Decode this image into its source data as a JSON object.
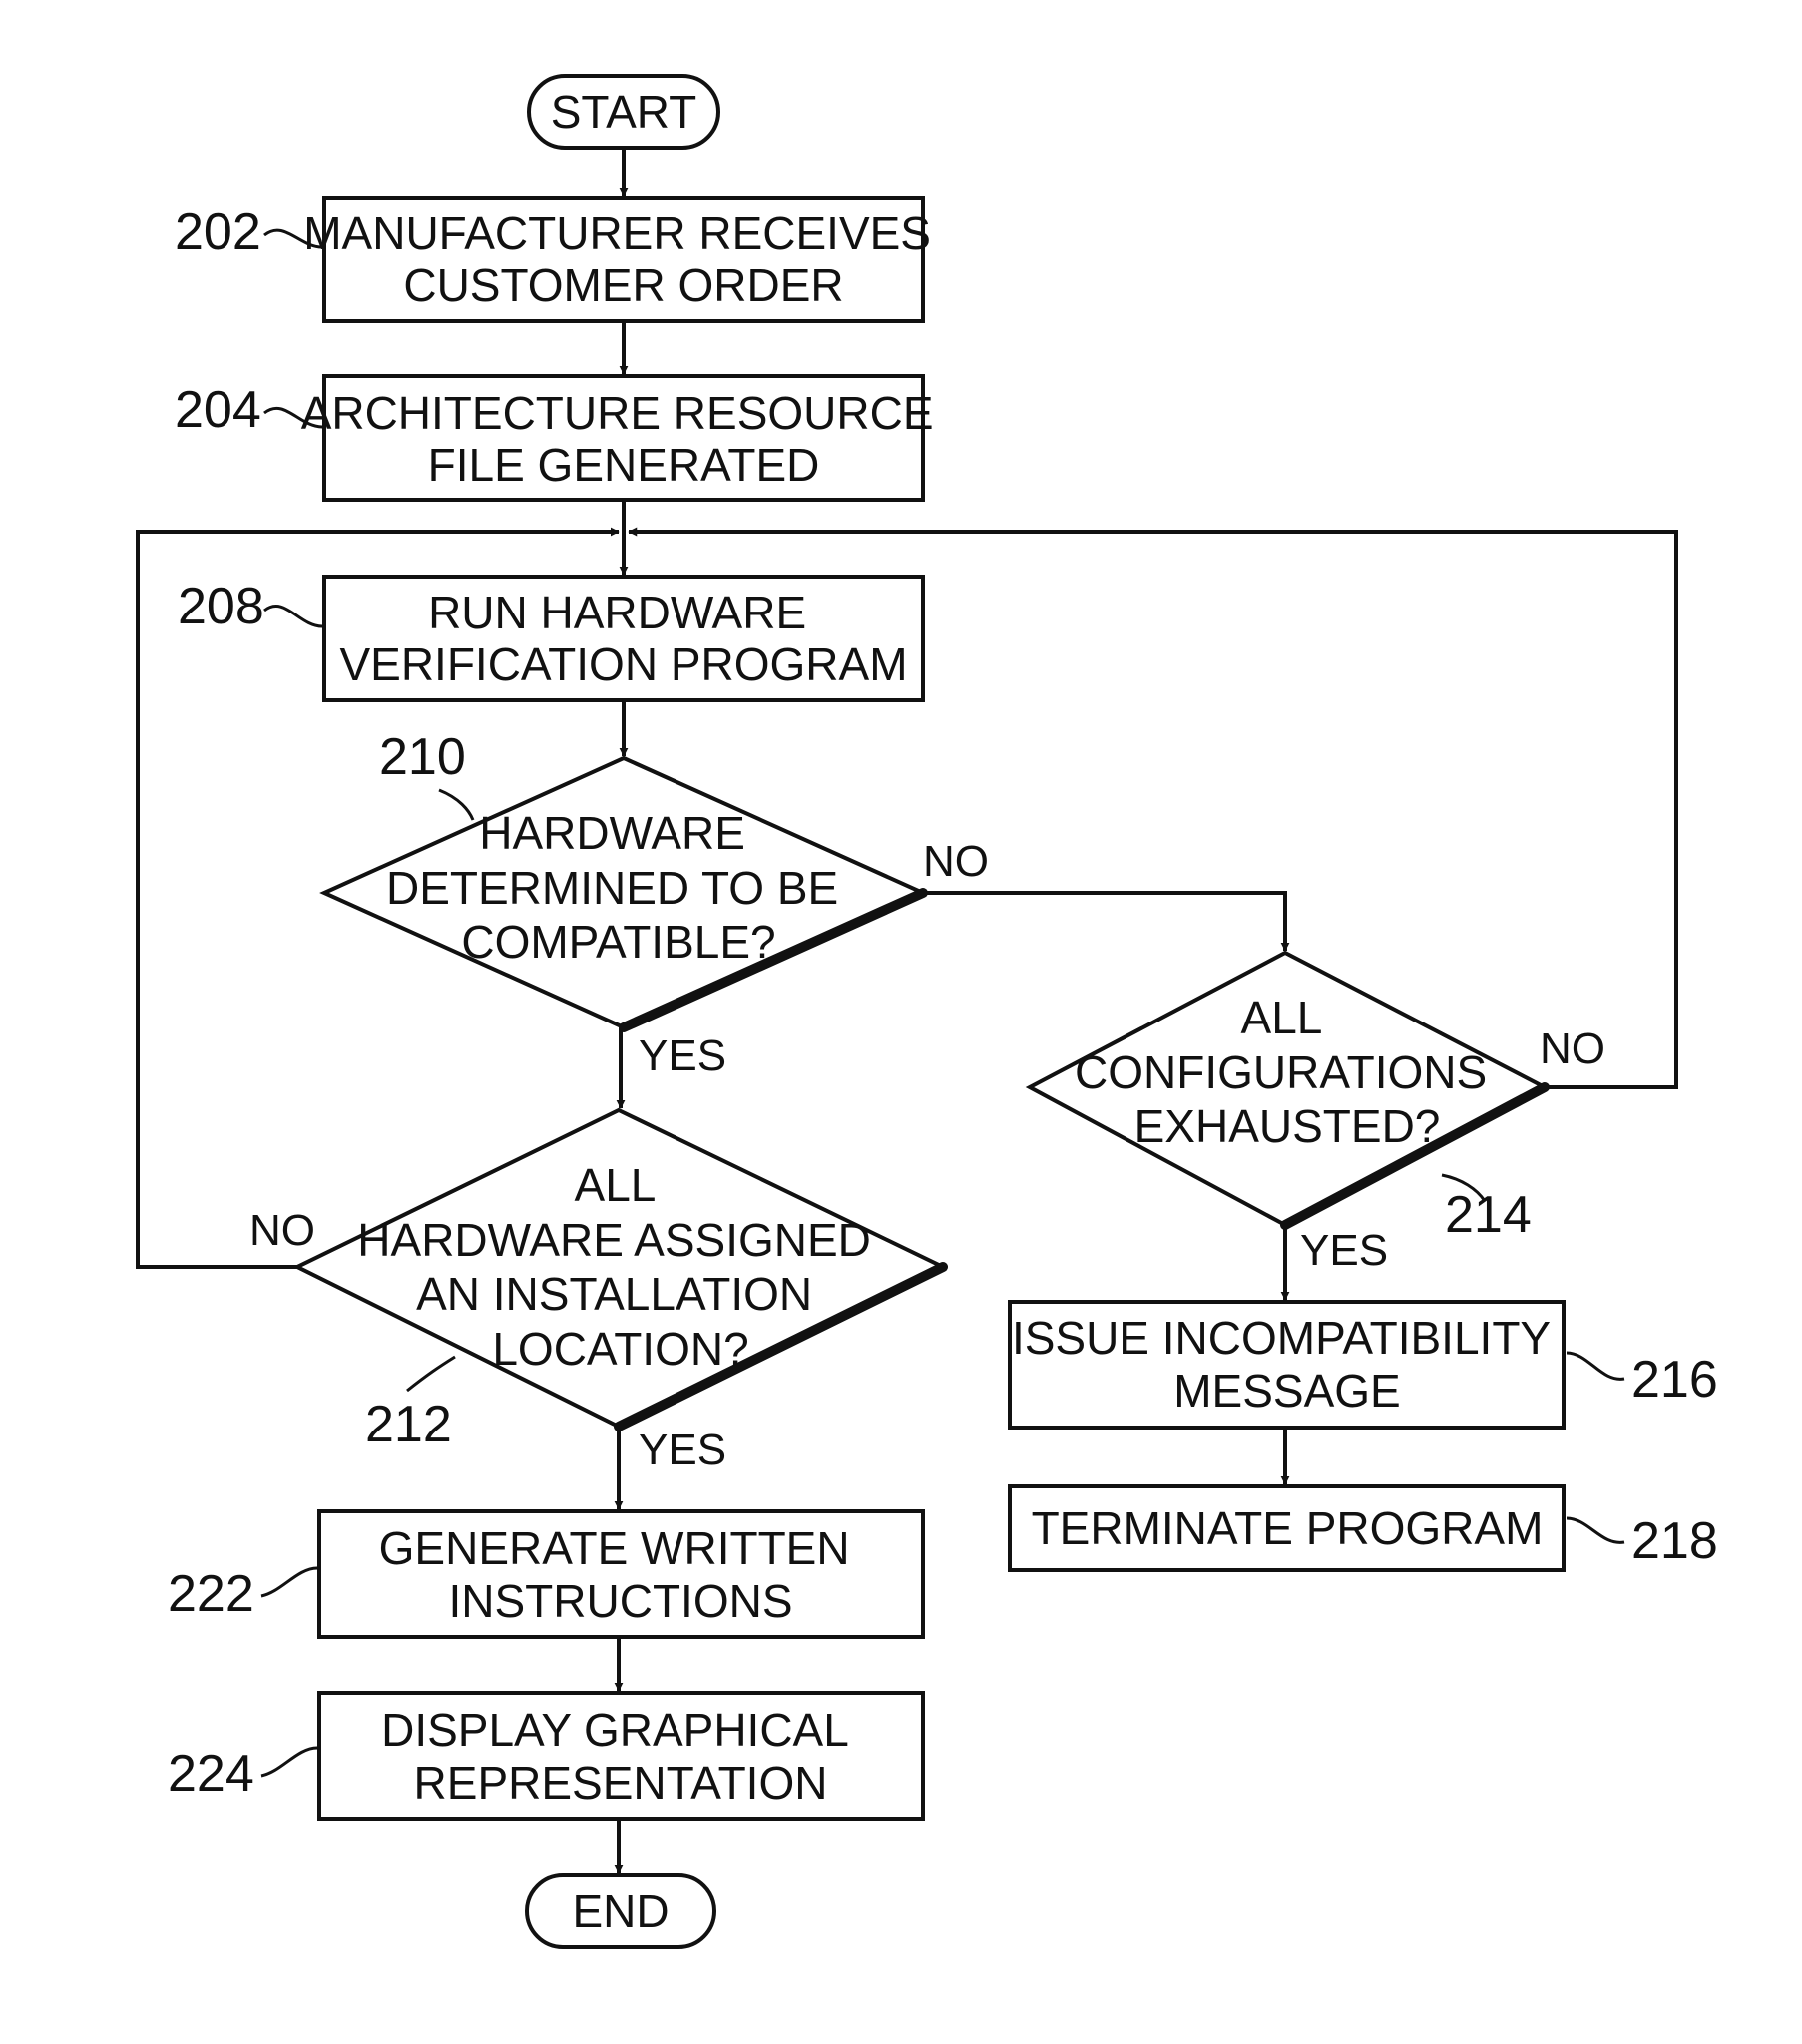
{
  "nodes": {
    "start": {
      "lines": [
        "START"
      ]
    },
    "n202": {
      "ref": "202",
      "lines": [
        "MANUFACTURER  RECEIVES",
        "CUSTOMER  ORDER"
      ]
    },
    "n204": {
      "ref": "204",
      "lines": [
        "ARCHITECTURE  RESOURCE",
        "FILE  GENERATED"
      ]
    },
    "n208": {
      "ref": "208",
      "lines": [
        "RUN  HARDWARE",
        "VERIFICATION  PROGRAM"
      ]
    },
    "n210": {
      "ref": "210",
      "lines": [
        "HARDWARE",
        "DETERMINED  TO  BE",
        "COMPATIBLE?"
      ]
    },
    "n212": {
      "ref": "212",
      "lines": [
        "ALL",
        "HARDWARE  ASSIGNED",
        "AN  INSTALLATION",
        "LOCATION?"
      ]
    },
    "n214": {
      "ref": "214",
      "lines": [
        "ALL",
        "CONFIGURATIONS",
        "EXHAUSTED?"
      ]
    },
    "n216": {
      "ref": "216",
      "lines": [
        "ISSUE  INCOMPATIBILITY",
        "MESSAGE"
      ]
    },
    "n218": {
      "ref": "218",
      "lines": [
        "TERMINATE  PROGRAM"
      ]
    },
    "n222": {
      "ref": "222",
      "lines": [
        "GENERATE  WRITTEN",
        "INSTRUCTIONS"
      ]
    },
    "n224": {
      "ref": "224",
      "lines": [
        "DISPLAY  GRAPHICAL",
        "REPRESENTATION"
      ]
    },
    "end": {
      "lines": [
        "END"
      ]
    }
  },
  "branches": {
    "n210_no": "NO",
    "n210_yes": "YES",
    "n212_no": "NO",
    "n212_yes": "YES",
    "n214_no": "NO",
    "n214_yes": "YES"
  }
}
